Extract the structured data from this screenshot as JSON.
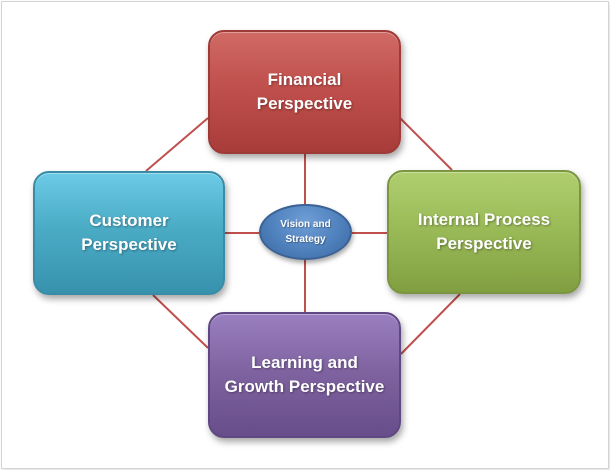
{
  "center": {
    "label": "Vision and\nStrategy",
    "color": "#4f81bd"
  },
  "perspectives": [
    {
      "id": "financial",
      "label": "Financial\nPerspective",
      "color": "#c0504d"
    },
    {
      "id": "customer",
      "label": "Customer\nPerspective",
      "color": "#4bacc6"
    },
    {
      "id": "internal",
      "label": "Internal Process\nPerspective",
      "color": "#9bbb59"
    },
    {
      "id": "learning",
      "label": "Learning and\nGrowth Perspective",
      "color": "#8064a2"
    }
  ],
  "connector_color": "#c0504d"
}
